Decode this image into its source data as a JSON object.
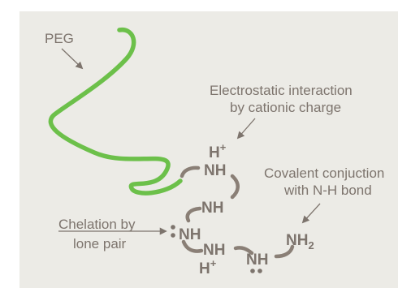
{
  "peg_label": "PEG",
  "electrostatic": {
    "line1": "Electrostatic interaction",
    "line2": "by cationic charge"
  },
  "covalent": {
    "line1": "Covalent conjuction",
    "line2": "with N-H bond"
  },
  "chelation": {
    "line1": "Chelation by",
    "line2": "lone pair"
  },
  "chain": {
    "h_plus_top": "H",
    "plus": "+",
    "nh": "NH",
    "nh2_base": "NH",
    "nh2_sub": "2",
    "h_plus_bottom": "H"
  },
  "colors": {
    "peg": "#6cc04a",
    "bond": "#8a7f76",
    "text": "#7d746d",
    "background": "#ecebe6"
  }
}
